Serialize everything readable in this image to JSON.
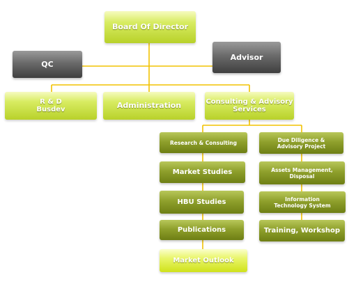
{
  "chart": {
    "board": "Board Of Director",
    "qc": "QC",
    "advisor": "Advisor",
    "rd_line1": "R & D",
    "rd_line2": "Busdev",
    "administration": "Administration",
    "consulting_line1": "Consulting & Advisory",
    "consulting_line2": "Services",
    "left_branch": [
      "Research & Consulting",
      "Market Studies",
      "HBU Studies",
      "Publications",
      "Market Outlook"
    ],
    "right_branch": [
      {
        "line1": "Due Diligence &",
        "line2": "Advisory Project"
      },
      {
        "line1": "Assets Management,",
        "line2": "Disposal"
      },
      {
        "line1": "Information",
        "line2": "Technology System"
      },
      {
        "line1": "Training, Workshop",
        "line2": ""
      }
    ]
  },
  "colors": {
    "connector": "#f2c200",
    "lime_box": "#c8df3a",
    "dark_box": "#555555",
    "olive_box": "#8a9b25"
  }
}
